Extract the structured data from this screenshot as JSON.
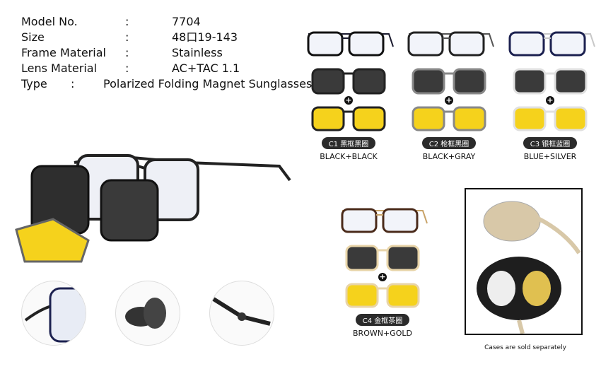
{
  "specs": [
    {
      "label": "Model No.",
      "sep": ":",
      "value": "7704"
    },
    {
      "label": "Size",
      "sep": ":",
      "value": "48口19-143"
    },
    {
      "label": "Frame Material",
      "sep": ":",
      "value": "Stainless"
    },
    {
      "label": "Lens Material",
      "sep": ":",
      "value": "AC+TAC 1.1"
    },
    {
      "label": "Type",
      "sep": ":",
      "value": "Polarized Folding Magnet Sunglasses"
    }
  ],
  "variants": [
    {
      "code": "C1 黑框黑圈",
      "name": "BLACK+BLACK",
      "frame": "#1a1a2e",
      "rim": "#111111",
      "clip": "#222222"
    },
    {
      "code": "C2 枪框黑圈",
      "name": "BLACK+GRAY",
      "frame": "#555555",
      "rim": "#222222",
      "clip": "#888888"
    },
    {
      "code": "C3 银框蓝圈",
      "name": "BLUE+SILVER",
      "frame": "#c8c8c8",
      "rim": "#1c2150",
      "clip": "#e0e0e0"
    },
    {
      "code": "C4 金框茶圈",
      "name": "BROWN+GOLD",
      "frame": "#c9a46a",
      "rim": "#4a2a1a",
      "clip": "#e8d4a8"
    }
  ],
  "plus": "+",
  "caption": "Cases are sold separately",
  "colors": {
    "lens_dark": "#3a3a3a",
    "lens_yellow": "#f5d21c"
  }
}
